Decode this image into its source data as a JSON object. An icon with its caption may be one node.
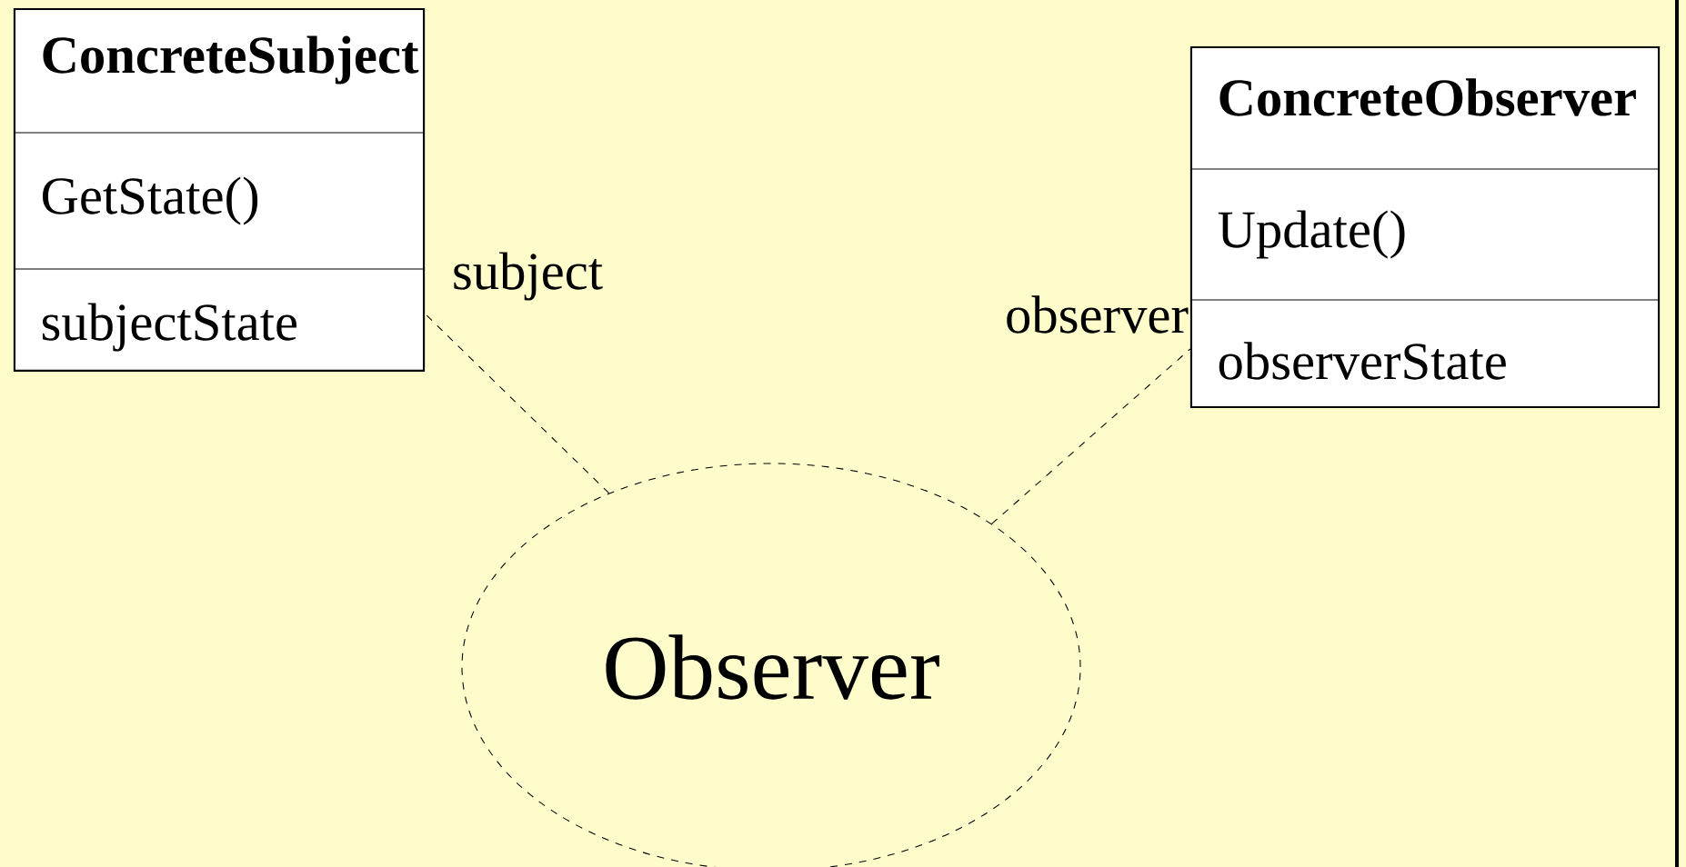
{
  "diagram": {
    "nodes": [
      {
        "text": [
          "ConcreteSubject",
          "GetState()",
          "subjectState"
        ]
      },
      {
        "text": [
          "ConcreteObserver",
          "Update()",
          "observerState"
        ]
      },
      {
        "text": [
          "Observer"
        ]
      }
    ],
    "edges": [
      {
        "from": 2,
        "to": 0,
        "arrow": "none",
        "style": "dashed",
        "label": "subject"
      },
      {
        "from": 2,
        "to": 1,
        "arrow": "none",
        "style": "dashed",
        "label": "observer"
      }
    ]
  }
}
